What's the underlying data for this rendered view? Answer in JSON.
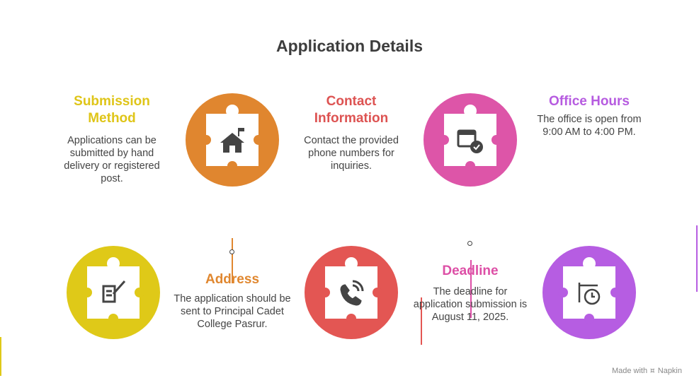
{
  "title": "Application Details",
  "items": [
    {
      "title": "Submission Method",
      "text": "Applications can be submitted by hand delivery or registered post.",
      "color": "#e0872f",
      "icon": "house-flag-icon"
    },
    {
      "title": "Contact Information",
      "text": "Contact the provided phone numbers for inquiries.",
      "color": "#dd5352",
      "icon": "phone-call-icon"
    },
    {
      "title": "Office Hours",
      "text": "The office is open from 9:00 AM to 4:00 PM.",
      "color": "#b65be0",
      "icon": "clock-sign-icon"
    },
    {
      "title": "Address",
      "text": "The application should be sent to Principal Cadet College Pasrur.",
      "color": "#e0872f",
      "icon": "house-flag-icon"
    },
    {
      "title": "Deadline",
      "text": "The deadline for application submission is August 11, 2025.",
      "color": "#dd4fa6",
      "icon": "calendar-check-icon"
    }
  ],
  "circle_colors": {
    "orange": "#e0862f",
    "pink": "#dd55a8",
    "yellow": "#dfc918",
    "red": "#e35653",
    "purple": "#b65de2"
  },
  "footer": "Made with ⯏ Napkin"
}
